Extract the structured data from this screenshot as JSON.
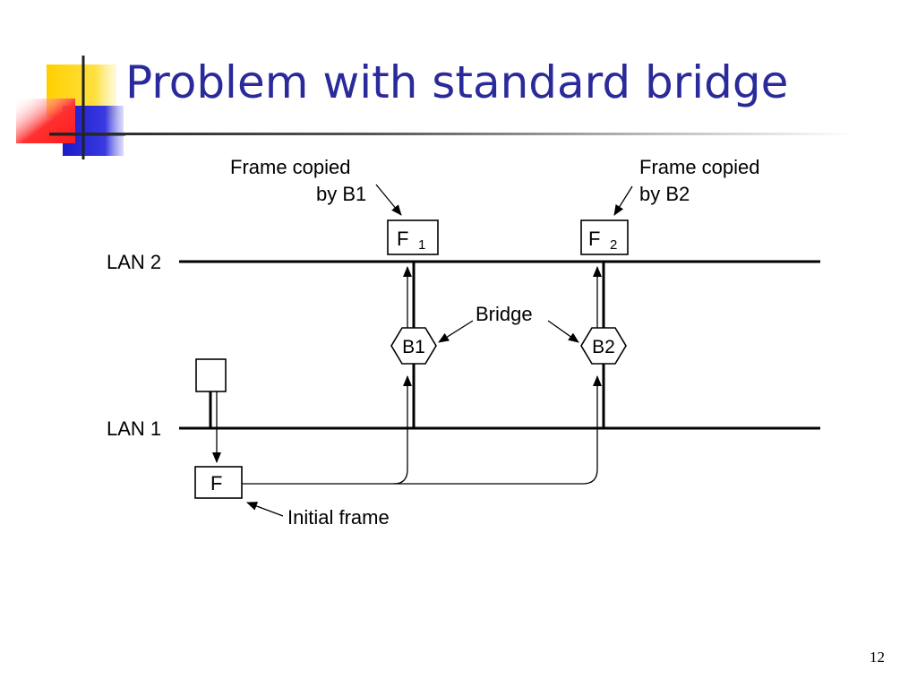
{
  "slide": {
    "title": "Problem with standard bridge",
    "page_number": "12"
  },
  "diagram": {
    "lan2_label": "LAN 2",
    "lan1_label": "LAN 1",
    "bridge_label": "Bridge",
    "bridge_b1": "B1",
    "bridge_b2": "B2",
    "frame_f1_letter": "F",
    "frame_f1_sub": "1",
    "frame_f2_letter": "F",
    "frame_f2_sub": "2",
    "frame_initial": "F",
    "copied_b1_line1": "Frame copied",
    "copied_b1_line2": "by B1",
    "copied_b2_line1": "Frame copied",
    "copied_b2_line2": "by B2",
    "initial_frame_label": "Initial frame"
  },
  "colors": {
    "title": "#2a2a9a",
    "logo_yellow": "#ffd700",
    "logo_red": "#ff2a2a",
    "logo_blue": "#1a1acc"
  }
}
